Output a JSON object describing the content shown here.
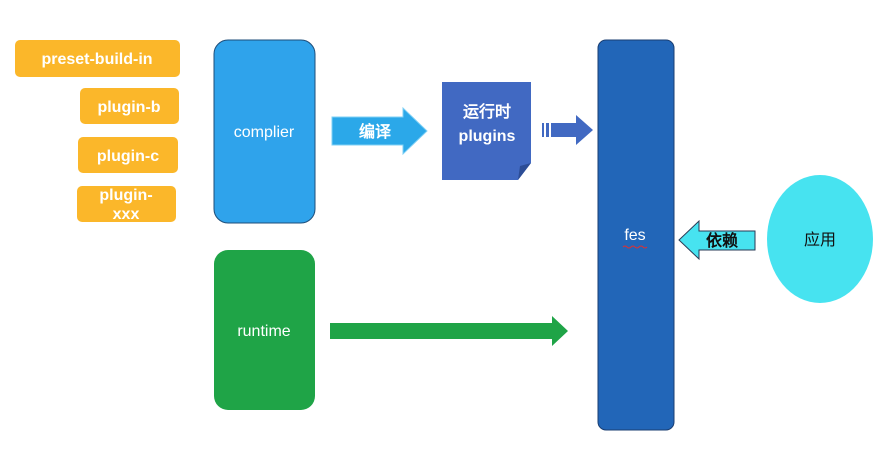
{
  "plugins": {
    "preset": "preset-build-in",
    "plugin_b": "plugin-b",
    "plugin_c": "plugin-c",
    "plugin_xxx_line1": "plugin-",
    "plugin_xxx_line2": "xxx"
  },
  "nodes": {
    "complier": "complier",
    "runtime": "runtime",
    "runtime_plugins_line1": "运行时",
    "runtime_plugins_line2": "plugins",
    "fes": "fes",
    "app": "应用"
  },
  "arrows": {
    "compile": "编译",
    "depend": "依赖"
  },
  "colors": {
    "plugin_orange": "#FBB72A",
    "complier_blue": "#2FA3EB",
    "compile_arrow": "#2BA8E9",
    "runtime_green": "#1FA447",
    "runtime_plugins_blue": "#4169C2",
    "fes_blue": "#2266B8",
    "app_cyan": "#47E3F0"
  }
}
